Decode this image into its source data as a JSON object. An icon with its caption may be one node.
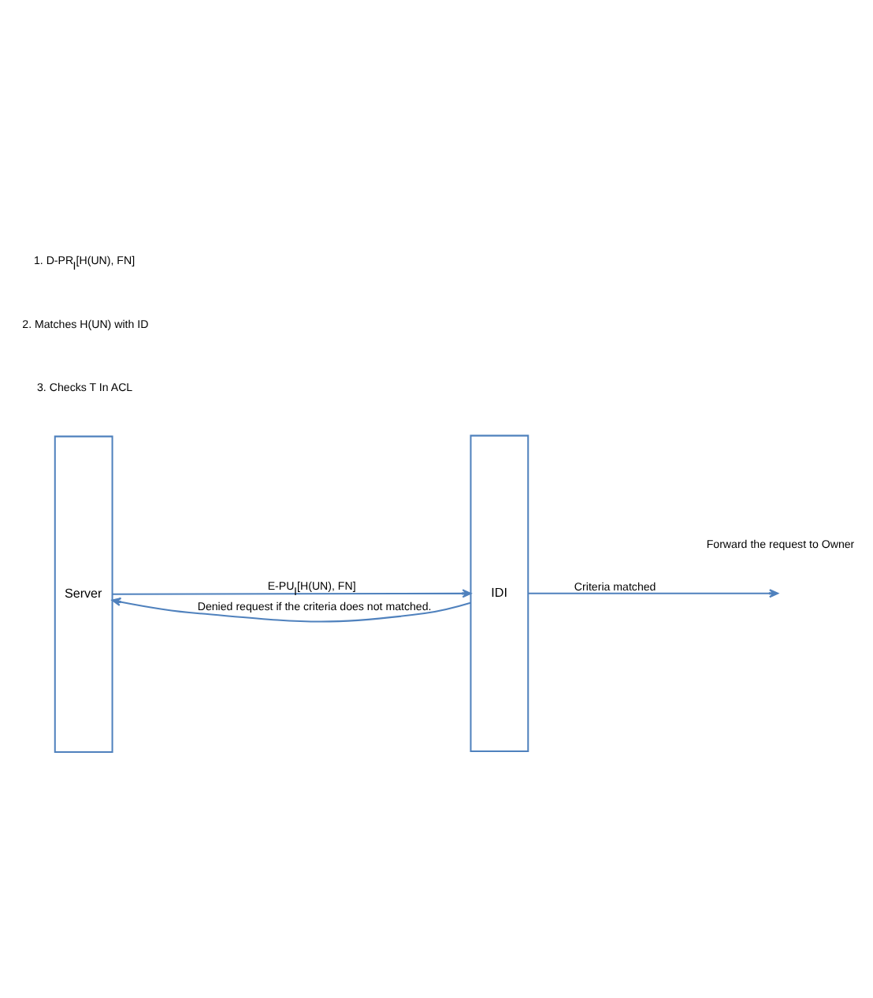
{
  "diagram": {
    "nodes": [
      {
        "text": [
          "Server"
        ]
      },
      {
        "text": [
          "IDI"
        ]
      }
    ],
    "edges": [
      {
        "from": 0,
        "to": 1,
        "arrow": "to",
        "label": "E-PU$_{I}$[H(UN), FN]"
      },
      {
        "from": 1,
        "to": null,
        "arrow": "to",
        "label": "Criteria matched"
      },
      {
        "from": 1,
        "to": 0,
        "arrow": "to",
        "label": "Denied request if the criteria does not matched."
      }
    ],
    "labels": [
      "1. D-PR$_{I}$[H(UN), FN]",
      "2. Matches H(UN) with ID",
      "3. Checks T In ACL",
      "Forward the request to Owner"
    ]
  }
}
